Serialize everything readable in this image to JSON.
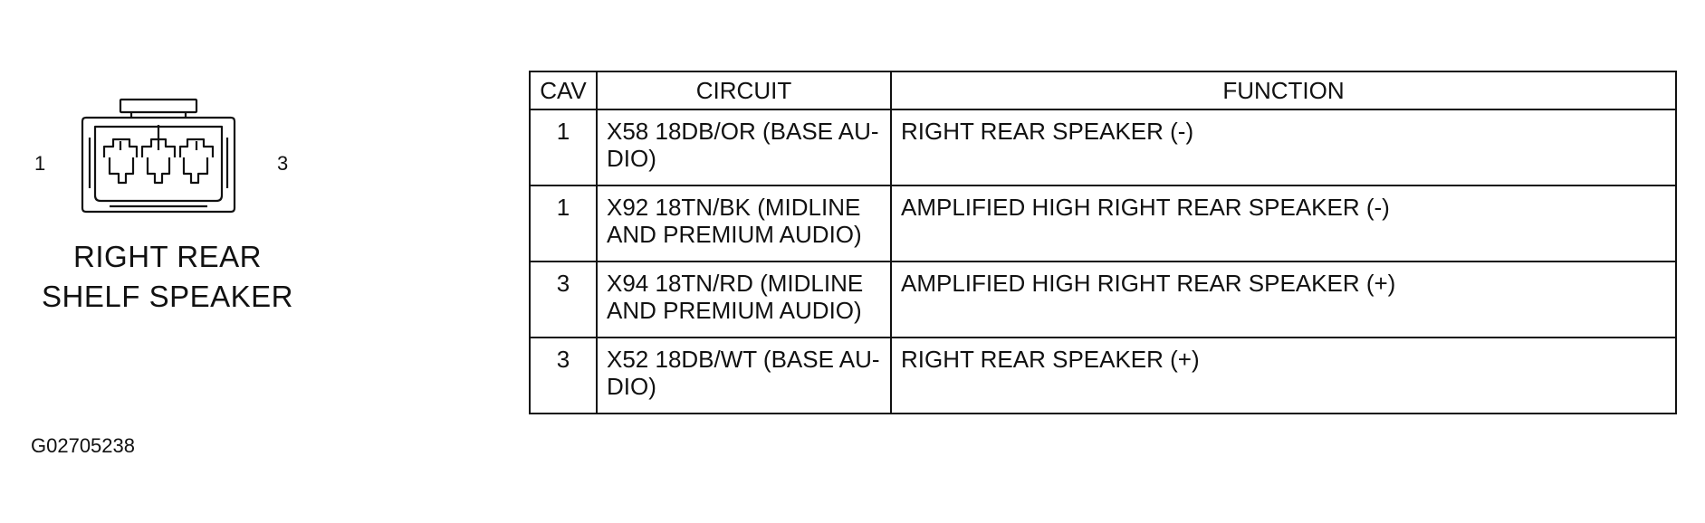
{
  "connector": {
    "pin_left": "1",
    "pin_right": "3",
    "name_line1": "RIGHT REAR",
    "name_line2": "SHELF SPEAKER"
  },
  "figure_id": "G02705238",
  "table": {
    "headers": {
      "cav": "CAV",
      "circuit": "CIRCUIT",
      "function": "FUNCTION"
    },
    "rows": [
      {
        "cav": "1",
        "circuit_line1": "X58 18DB/OR (BASE AU-",
        "circuit_line2": "DIO)",
        "function": "RIGHT REAR SPEAKER (-)"
      },
      {
        "cav": "1",
        "circuit_line1": "X92 18TN/BK (MIDLINE",
        "circuit_line2": "AND PREMIUM AUDIO)",
        "function": "AMPLIFIED HIGH RIGHT REAR SPEAKER (-)"
      },
      {
        "cav": "3",
        "circuit_line1": "X94 18TN/RD (MIDLINE",
        "circuit_line2": "AND PREMIUM AUDIO)",
        "function": "AMPLIFIED HIGH RIGHT REAR SPEAKER (+)"
      },
      {
        "cav": "3",
        "circuit_line1": "X52 18DB/WT (BASE AU-",
        "circuit_line2": "DIO)",
        "function": "RIGHT REAR SPEAKER (+)"
      }
    ]
  }
}
